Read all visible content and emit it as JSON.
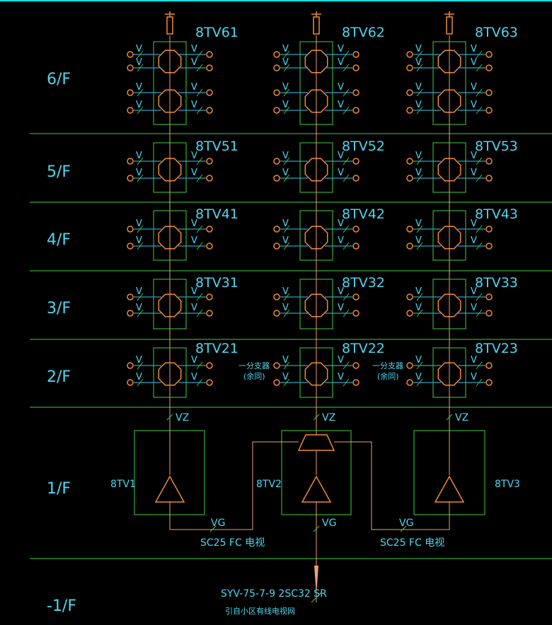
{
  "colors": {
    "background": "#000000",
    "divider": "#3ecf3e",
    "box": "#3ecf3e",
    "cable": "#f0a070",
    "device": "#f08a30",
    "connector": "#2fa0c8",
    "text": "#4fd6f0",
    "top_border": "#00e5e5"
  },
  "floors": [
    "6/F",
    "5/F",
    "4/F",
    "3/F",
    "2/F",
    "1/F",
    "-1/F"
  ],
  "outlet_label": "V",
  "columns": [
    {
      "boxes": [
        "8TV61",
        "8TV51",
        "8TV41",
        "8TV31",
        "8TV21"
      ],
      "amp": "8TV1",
      "riser_label": "VZ",
      "feed_label": "VG",
      "feed_note": "SC25 FC 电视"
    },
    {
      "boxes": [
        "8TV62",
        "8TV52",
        "8TV42",
        "8TV32",
        "8TV22"
      ],
      "amp": "8TV2",
      "riser_label": "VZ",
      "feed_label": "VG"
    },
    {
      "boxes": [
        "8TV63",
        "8TV53",
        "8TV43",
        "8TV33",
        "8TV23"
      ],
      "amp": "8TV3",
      "riser_label": "VZ",
      "feed_label": "VG",
      "feed_note": "SC25 FC 电视"
    }
  ],
  "splitter_note": {
    "line1": "一分支器",
    "line2": "(余同)"
  },
  "main_feed": {
    "cable": "SYV-75-7-9 2SC32 SR",
    "source": "引自小区有线电视网"
  }
}
